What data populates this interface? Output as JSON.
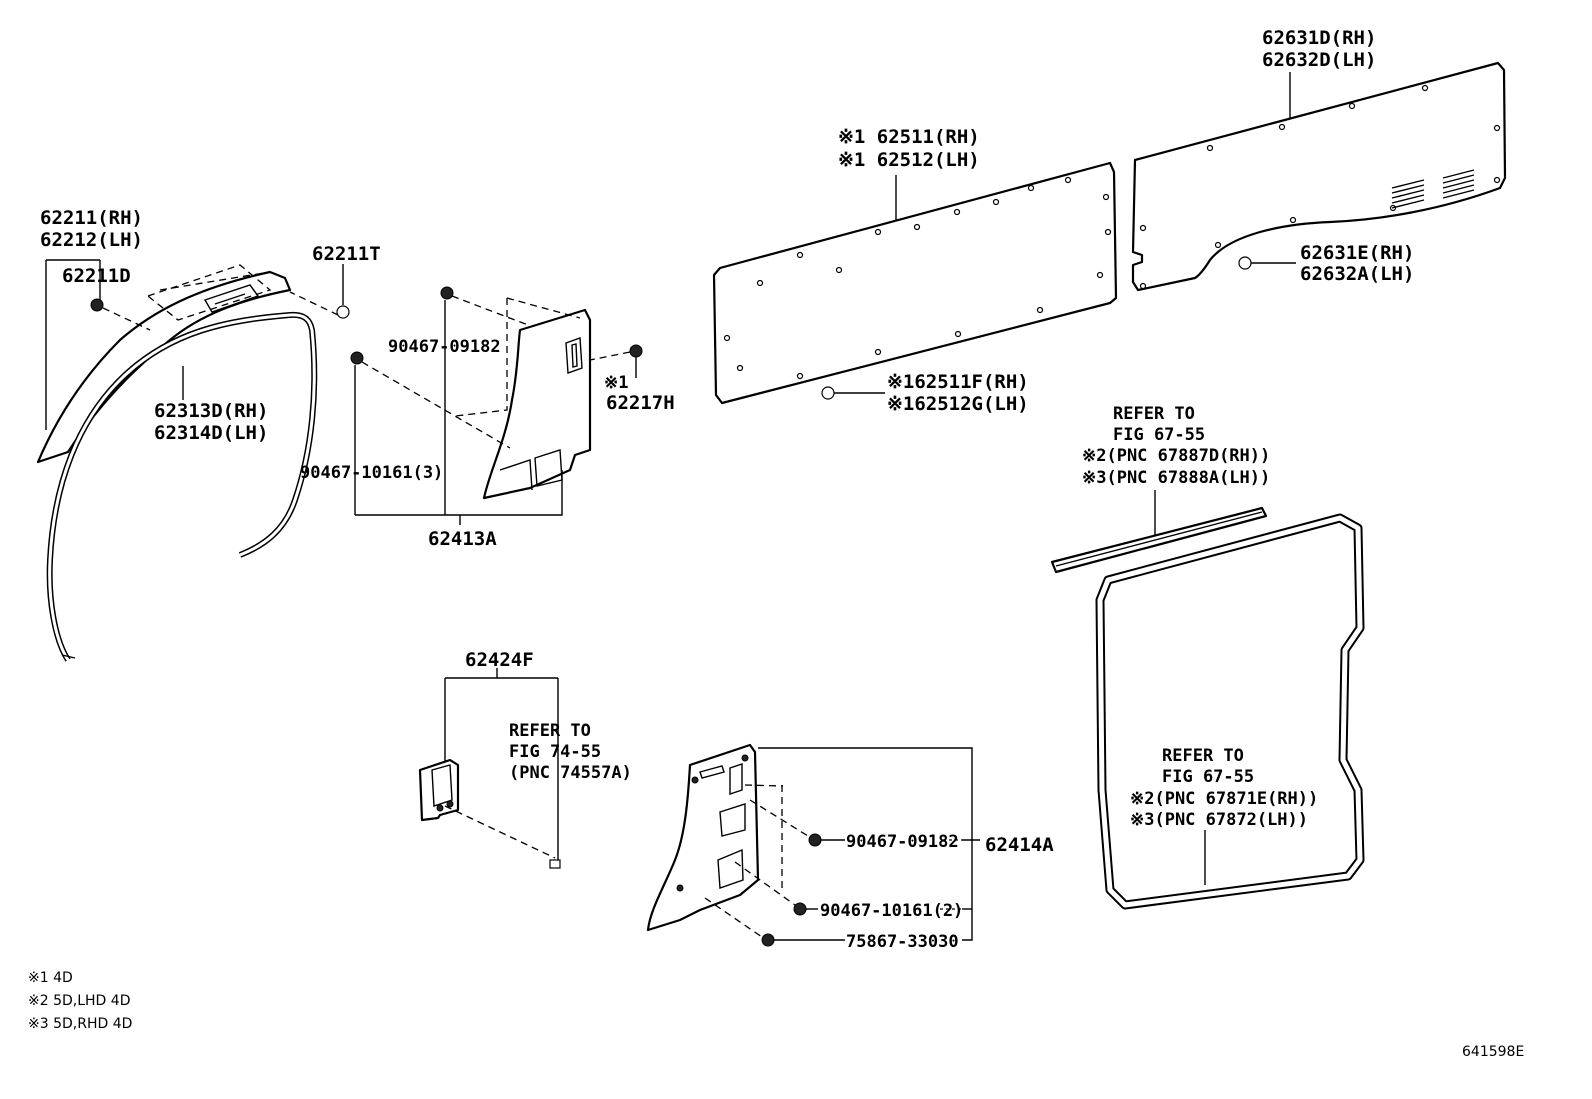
{
  "labels": {
    "l62211rh": "62211(RH)",
    "l62212lh": "62212(LH)",
    "l62211d": "62211D",
    "l62211t": "62211T",
    "l62313d": "62313D(RH)",
    "l62314d": "62314D(LH)",
    "l90467_09182_a": "90467-09182",
    "l90467_10161_3": "90467-10161(3)",
    "l62413a": "62413A",
    "l62217h_mark": "※1",
    "l62217h": "62217H",
    "l62511": "※1 62511(RH)",
    "l62512": "※1 62512(LH)",
    "l62511f": "※162511F(RH)",
    "l62512g": "※162512G(LH)",
    "l62631d": "62631D(RH)",
    "l62632d": "62632D(LH)",
    "l62631e": "62631E(RH)",
    "l62632a": "62632A(LH)",
    "l62424f": "62424F",
    "ref1_a": "REFER TO",
    "ref1_b": "FIG 74-55",
    "ref1_c": "(PNC 74557A)",
    "ref2_a": "REFER TO",
    "ref2_b": "FIG 67-55",
    "ref2_c": "※2(PNC 67887D(RH))",
    "ref2_d": "※3(PNC 67888A(LH))",
    "ref3_a": "REFER TO",
    "ref3_b": "FIG 67-55",
    "ref3_c": "※2(PNC 67871E(RH))",
    "ref3_d": "※3(PNC 67872(LH))",
    "l90467_09182_b": "90467-09182",
    "l62414a": "62414A",
    "l90467_10161_2": "90467-10161(2)",
    "l75867": "75867-33030"
  },
  "footnotes": [
    "※1 4D",
    "※2 5D,LHD 4D",
    "※3 5D,RHD 4D"
  ],
  "figure_id": "641598E"
}
